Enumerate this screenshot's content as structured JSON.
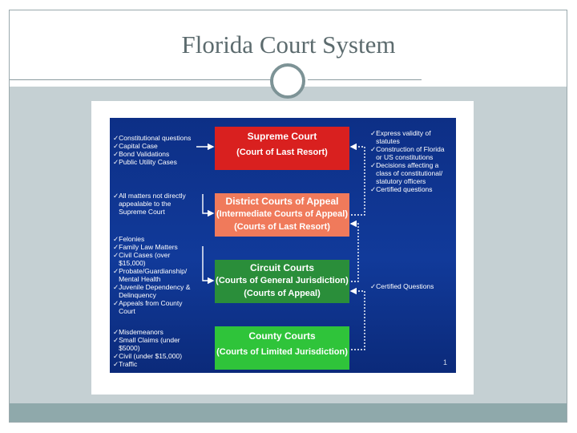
{
  "slide": {
    "title": "Florida Court System",
    "page_mark": "1"
  },
  "courts": [
    {
      "name": "Supreme Court",
      "lines": [
        "(Court of Last Resort)"
      ]
    },
    {
      "name": "District Courts of Appeal",
      "lines": [
        "(Intermediate Courts of Appeal)",
        "(Courts of Last Resort)"
      ]
    },
    {
      "name": "Circuit Courts",
      "lines": [
        "(Courts of General Jurisdiction)",
        "(Courts of Appeal)"
      ]
    },
    {
      "name": "County Courts",
      "lines": [
        "(Courts of Limited Jurisdiction)"
      ]
    }
  ],
  "left_lists": [
    {
      "text": "✓Constitutional questions\n✓Capital Case\n✓Bond Validations\n✓Public Utility Cases"
    },
    {
      "text": "✓All matters not directly\n   appealable to the\n   Supreme Court"
    },
    {
      "text": "✓Felonies\n✓Family Law Matters\n✓Civil Cases (over\n   $15,000)\n✓Probate/Guardianship/\n   Mental Health\n✓Juvenile Dependency &\n   Delinquency\n✓Appeals from County\n   Court"
    },
    {
      "text": "✓Misdemeanors\n✓Small Claims (under\n   $5000)\n✓Civil (under $15,000)\n✓Traffic"
    }
  ],
  "right_lists": [
    {
      "text": "✓Express validity of\n   statutes\n✓Construction of Florida\n   or US constitutions\n✓Decisions affecting a\n   class of constitutional/\n   statutory officers\n✓Certified questions"
    },
    {
      "text": "✓Certified Questions"
    }
  ]
}
